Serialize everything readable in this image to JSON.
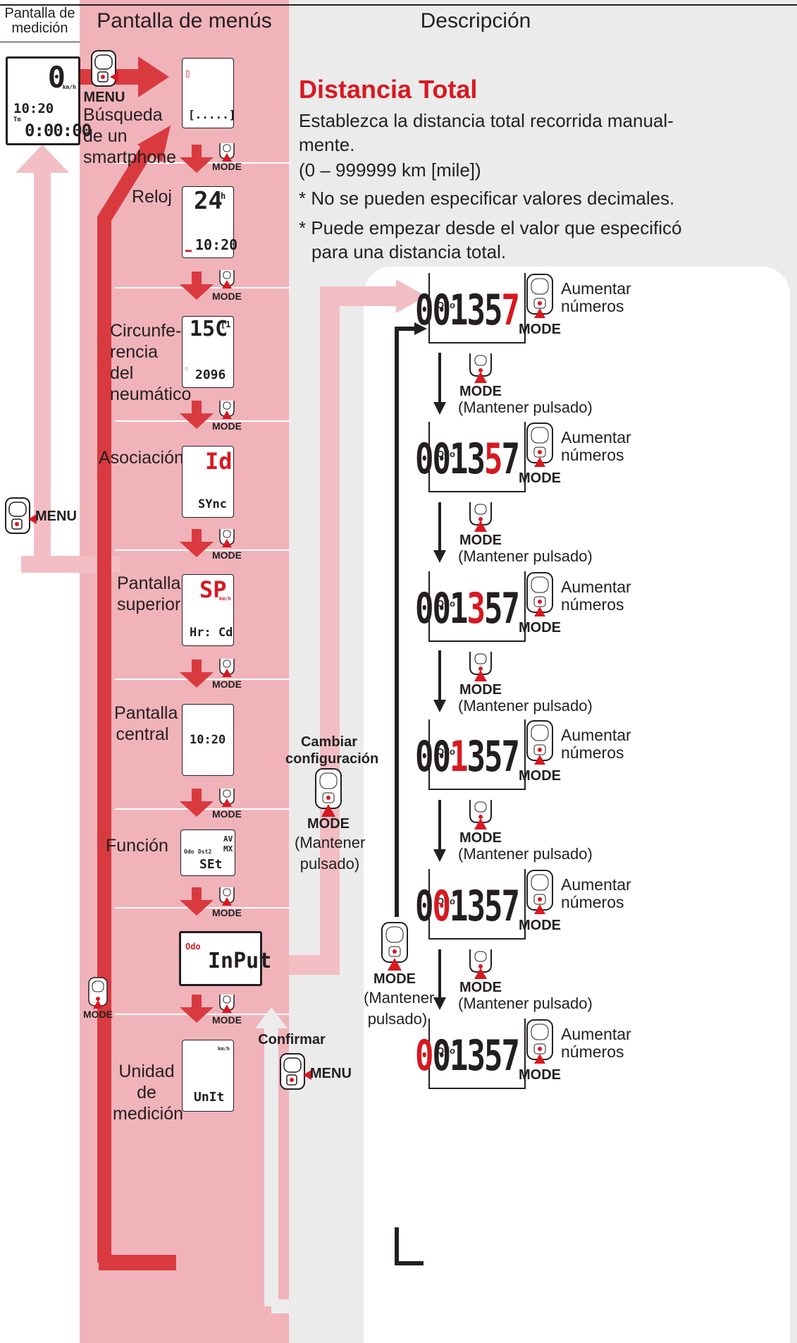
{
  "header": {
    "col1": "Pantalla de medición",
    "col2": "Pantalla de menús",
    "col3": "Descripción"
  },
  "colors": {
    "menu_band": "#f1b3ba",
    "arrow_pale": "#f2bec4",
    "arrow_red": "#d93a3f",
    "accent_red": "#d71920",
    "grey_bg": "#ebebeb"
  },
  "measure_screen": {
    "speed": "0",
    "speed_unit": "km/h",
    "clock": "10:20",
    "tm_label": "Tm",
    "timer": "0:00:00"
  },
  "button_labels": {
    "menu": "MENU",
    "mode": "MODE"
  },
  "menu_items": {
    "smartphone": {
      "label": "Búsqueda de un smartphone",
      "lcd_bottom": "[.....]"
    },
    "clock": {
      "label": "Reloj",
      "lcd_top": "24",
      "lcd_top_sup": "h",
      "lcd_bottom": "10:20"
    },
    "circumference": {
      "label": "Circunfe-rencia del neumático",
      "lcd_top": "15C",
      "lcd_top_sup": "[1",
      "lcd_bottom": "2096"
    },
    "pairing": {
      "label": "Asociación",
      "lcd_top": "Id",
      "lcd_bottom": "SYnc"
    },
    "upper": {
      "label": "Pantalla superior",
      "lcd_top": "SP",
      "lcd_unit": "km/h",
      "lcd_bottom": "Hr: Cd"
    },
    "middle": {
      "label": "Pantalla central",
      "lcd_mid": "10:20"
    },
    "function": {
      "label": "Función",
      "lcd_odo": "Odo",
      "lcd_dst": "Dst2",
      "lcd_av": "AV",
      "lcd_mx": "MX",
      "lcd_set": "SEt"
    },
    "input": {
      "lcd_odo": "Odo",
      "lcd_main": "InPut"
    },
    "unit": {
      "label": "Unidad de medición",
      "lcd_unit": "km/h",
      "lcd_main": "UnIt"
    }
  },
  "change_setting": {
    "title": "Cambiar configuración",
    "button": "MODE",
    "hold": "(Mantener pulsado)"
  },
  "confirm": {
    "title": "Confirmar",
    "button": "MENU"
  },
  "loop_button": {
    "button": "MODE",
    "hold": "(Mantener pulsado)"
  },
  "description": {
    "title": "Distancia Total",
    "line1": "Establezca la distancia total recorrida manual-",
    "line2": "mente.",
    "range": "(0 – 999999 km [mile])",
    "note1": "* No se pueden especificar valores decimales.",
    "note2a": "* Puede empezar desde el valor que especificó",
    "note2b": "para una distancia total."
  },
  "sequence": {
    "odo_label": "Odo",
    "increase_label": "Aumentar números",
    "step_button": "MODE",
    "step_hold": "(Mantener pulsado)",
    "steps": [
      {
        "digits": [
          "0",
          "0",
          "1",
          "3",
          "5",
          "7"
        ],
        "highlight": 5
      },
      {
        "digits": [
          "0",
          "0",
          "1",
          "3",
          "5",
          "7"
        ],
        "highlight": 4
      },
      {
        "digits": [
          "0",
          "0",
          "1",
          "3",
          "5",
          "7"
        ],
        "highlight": 3
      },
      {
        "digits": [
          "0",
          "0",
          "1",
          "3",
          "5",
          "7"
        ],
        "highlight": 2
      },
      {
        "digits": [
          "0",
          "0",
          "1",
          "3",
          "5",
          "7"
        ],
        "highlight": 1
      },
      {
        "digits": [
          "0",
          "0",
          "1",
          "3",
          "5",
          "7"
        ],
        "highlight": 0
      }
    ]
  }
}
